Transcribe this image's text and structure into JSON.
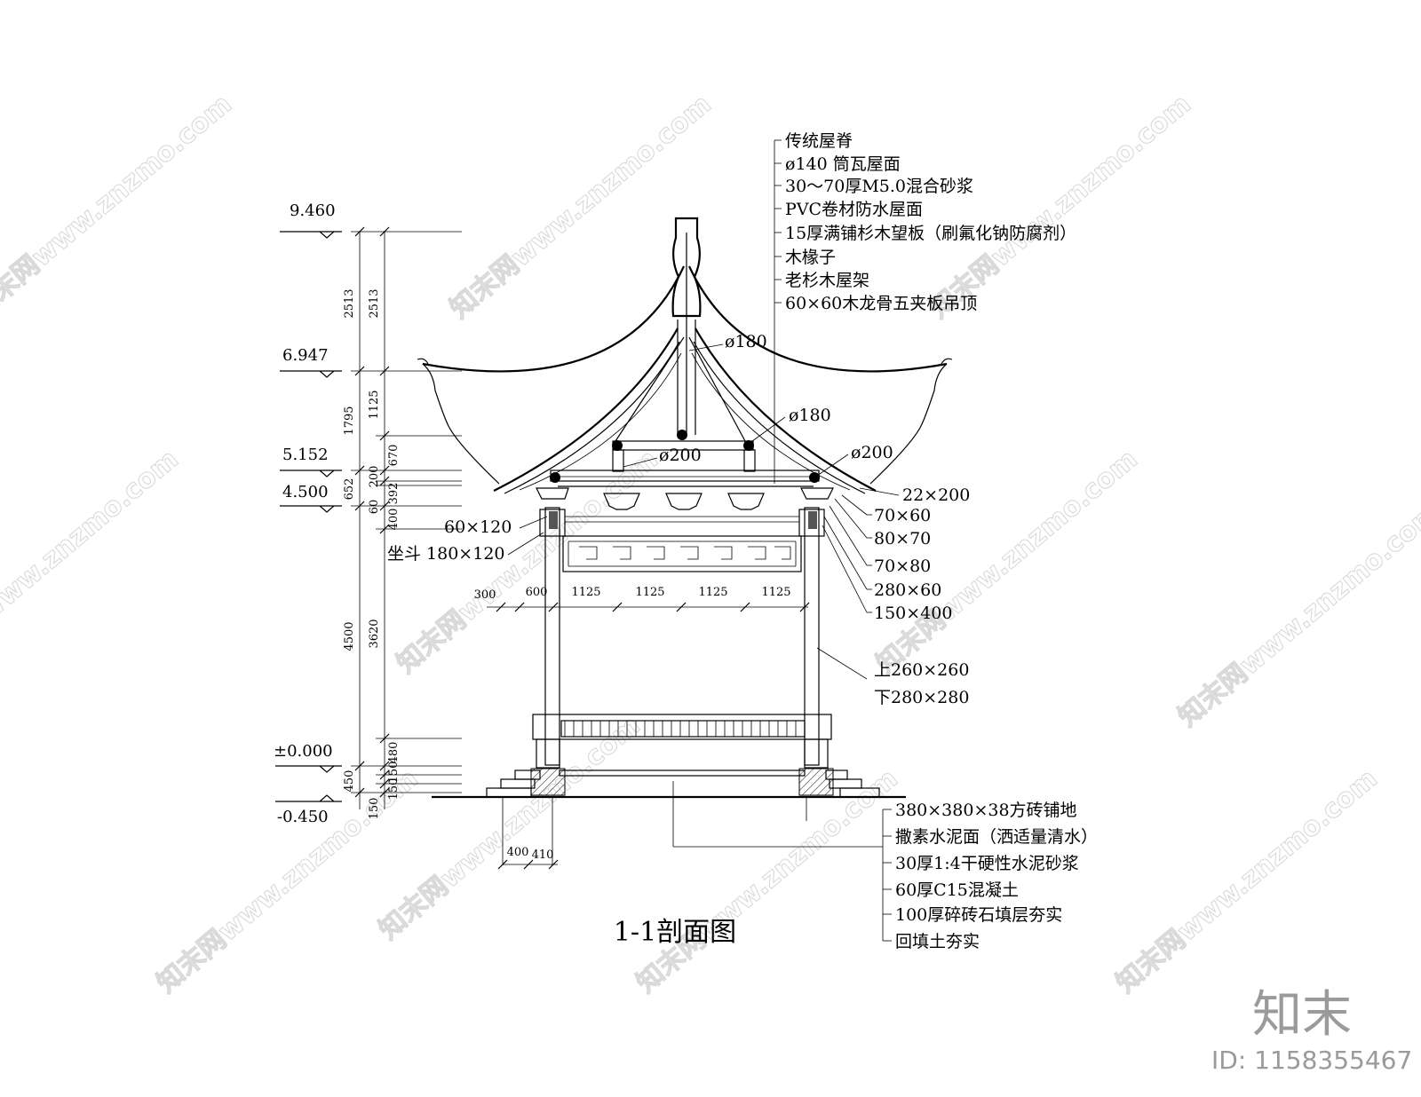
{
  "title": "1-1剖面图",
  "elevations": [
    "9.460",
    "6.947",
    "5.152",
    "4.500",
    "±0.000",
    "-0.450"
  ],
  "dims_outer": [
    "2513",
    "1795",
    "652",
    "4500",
    "450"
  ],
  "dims_inner": [
    "2513",
    "1125",
    "670",
    "200",
    "60",
    "392",
    "400",
    "3620",
    "480",
    "150",
    "150",
    "150"
  ],
  "dims_bottom": [
    "300",
    "600",
    "1125",
    "1125",
    "1125",
    "1125"
  ],
  "dims_base": [
    "400",
    "410"
  ],
  "roof_layers": [
    "传统屋脊",
    "ø140 筒瓦屋面",
    "30～70厚M5.0混合砂浆",
    "PVC卷材防水屋面",
    "15厚满铺杉木望板（刷氟化钠防腐剂）",
    "木椽子",
    "老杉木屋架",
    "60×60木龙骨五夹板吊顶"
  ],
  "member_labels": {
    "d180_top": "ø180",
    "d180_mid": "ø180",
    "d200_center": "ø200",
    "d200_right": "ø200",
    "left_beam": "60×120",
    "dou": "坐斗 180×120"
  },
  "right_sizes": [
    "22×200",
    "70×60",
    "80×70",
    "70×80",
    "280×60",
    "150×400"
  ],
  "column_sizes": [
    "上260×260",
    "下280×280"
  ],
  "floor_layers": [
    "380×380×38方砖铺地",
    "撒素水泥面（洒适量清水）",
    "30厚1:4干硬性水泥砂浆",
    "60厚C15混凝土",
    "100厚碎砖石填层夯实",
    "回填土夯实"
  ],
  "watermark": "知末网www.znzmo.com",
  "brand": {
    "logo": "知末",
    "id": "ID: 1158355467"
  }
}
